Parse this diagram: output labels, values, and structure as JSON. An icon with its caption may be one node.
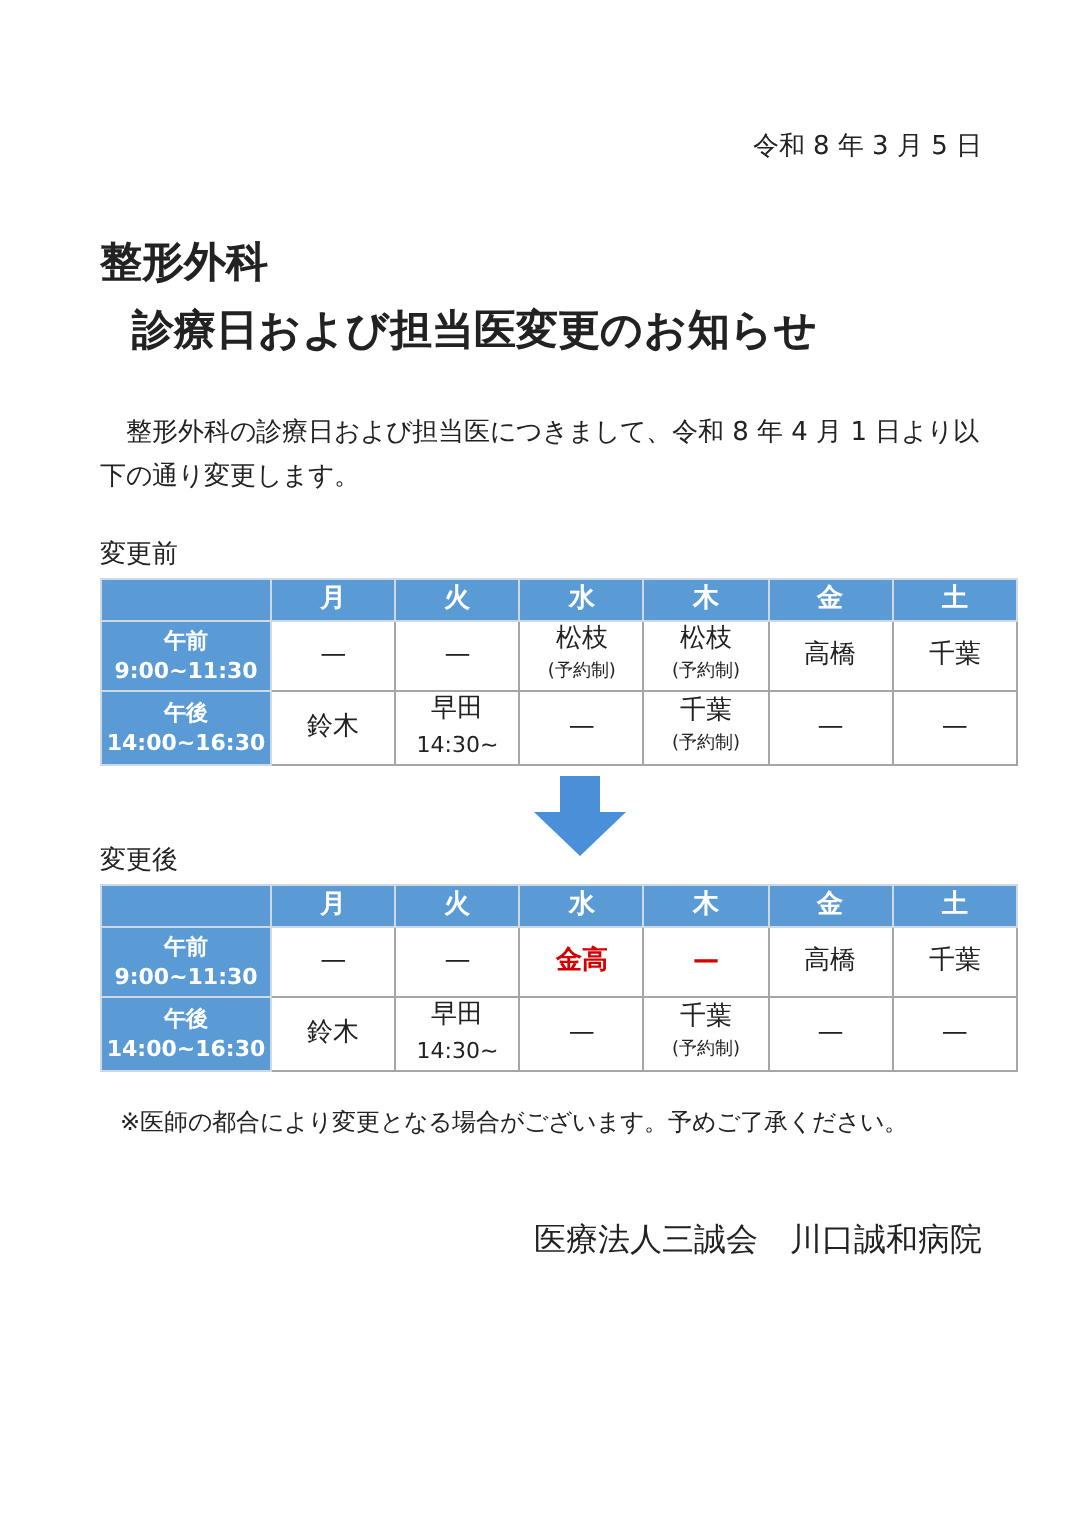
{
  "diagram": {
    "title": "整形外科",
    "labels": [
      "令和 8 年 3 月 5 日",
      "診療日および担当医変更のお知らせ",
      "整形外科の診療日および担当医につきまして、令和 8 年 4 月 1 日より以下の通り変更します。",
      "変更前",
      "月",
      "火",
      "水",
      "木",
      "金",
      "土",
      "午前",
      "9:00~11:30",
      "—",
      "—",
      "松枝",
      "(予約制)",
      "松枝",
      "(予約制)",
      "高橋",
      "千葉",
      "午後",
      "14:00~16:30",
      "鈴木",
      "早田",
      "14:30~",
      "—",
      "千葉",
      "(予約制)",
      "—",
      "—",
      "変更後",
      "月",
      "火",
      "水",
      "木",
      "金",
      "土",
      "午前",
      "9:00~11:30",
      "—",
      "—",
      "金高",
      "—",
      "高橋",
      "千葉",
      "午後",
      "14:00~16:30",
      "鈴木",
      "早田",
      "14:30~",
      "—",
      "千葉",
      "(予約制)",
      "—",
      "—",
      "※医師の都合により変更となる場合がございます。予めご了承ください。",
      "医療法人三誠会　川口誠和病院"
    ]
  }
}
